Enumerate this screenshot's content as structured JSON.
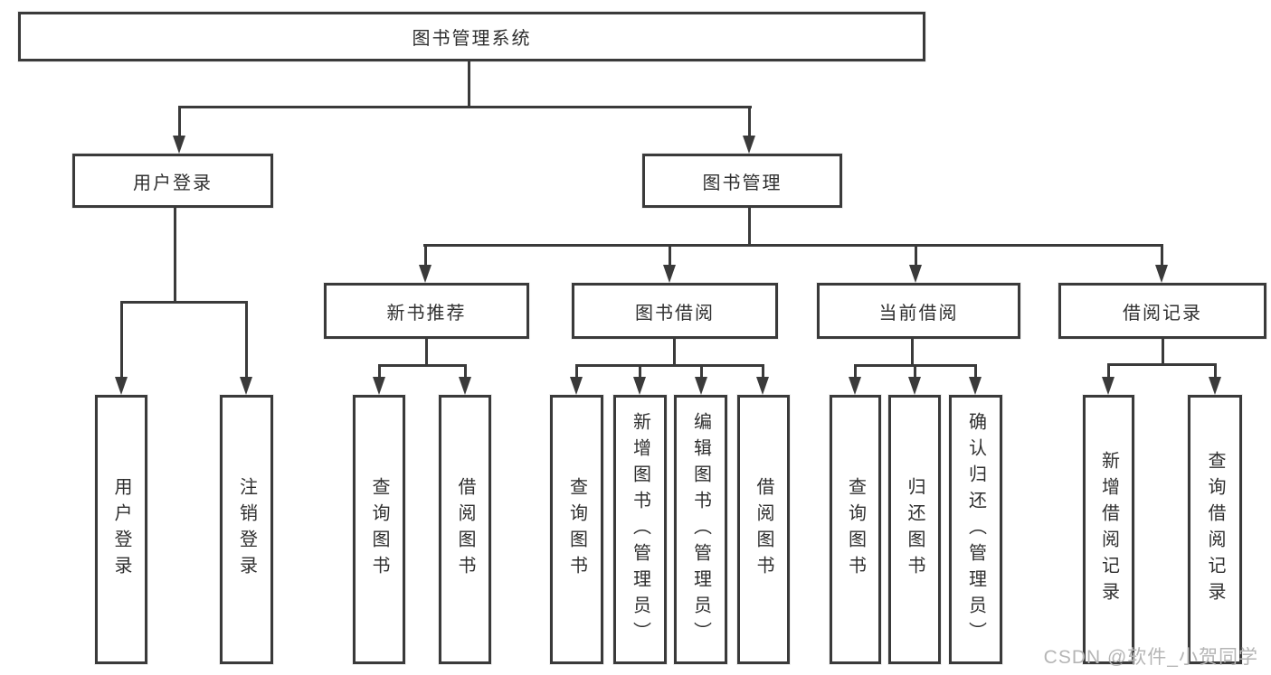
{
  "diagram": {
    "type": "hierarchy-tree",
    "title": "图书管理系统",
    "nodes": {
      "root": "图书管理系统",
      "level2": {
        "user_login": "用户登录",
        "book_mgmt": "图书管理"
      },
      "level3": {
        "new_books": "新书推荐",
        "book_borrow": "图书借阅",
        "current_borrow": "当前借阅",
        "borrow_records": "借阅记录"
      },
      "leaves": {
        "user_login": "用户登录",
        "logout": "注销登录",
        "nb_query": "查询图书",
        "nb_borrow": "借阅图书",
        "bb_query": "查询图书",
        "bb_add": "新增图书（管理员）",
        "bb_edit": "编辑图书（管理员）",
        "bb_borrow": "借阅图书",
        "cb_query": "查询图书",
        "cb_return": "归还图书",
        "cb_confirm": "确认归还（管理员）",
        "br_add": "新增借阅记录",
        "br_query": "查询借阅记录"
      }
    },
    "edges": [
      [
        "图书管理系统",
        "用户登录"
      ],
      [
        "图书管理系统",
        "图书管理"
      ],
      [
        "用户登录",
        "用户登录(叶)"
      ],
      [
        "用户登录",
        "注销登录"
      ],
      [
        "图书管理",
        "新书推荐"
      ],
      [
        "图书管理",
        "图书借阅"
      ],
      [
        "图书管理",
        "当前借阅"
      ],
      [
        "图书管理",
        "借阅记录"
      ],
      [
        "新书推荐",
        "查询图书"
      ],
      [
        "新书推荐",
        "借阅图书"
      ],
      [
        "图书借阅",
        "查询图书"
      ],
      [
        "图书借阅",
        "新增图书（管理员）"
      ],
      [
        "图书借阅",
        "编辑图书（管理员）"
      ],
      [
        "图书借阅",
        "借阅图书"
      ],
      [
        "当前借阅",
        "查询图书"
      ],
      [
        "当前借阅",
        "归还图书"
      ],
      [
        "当前借阅",
        "确认归还（管理员）"
      ],
      [
        "借阅记录",
        "新增借阅记录"
      ],
      [
        "借阅记录",
        "查询借阅记录"
      ]
    ],
    "colors": {
      "line": "#3a3a3a",
      "text": "#2f2f2f",
      "background": "#ffffff",
      "watermark_text": "#b5b5b5"
    }
  },
  "watermark": "CSDN @软件_小贺同学"
}
